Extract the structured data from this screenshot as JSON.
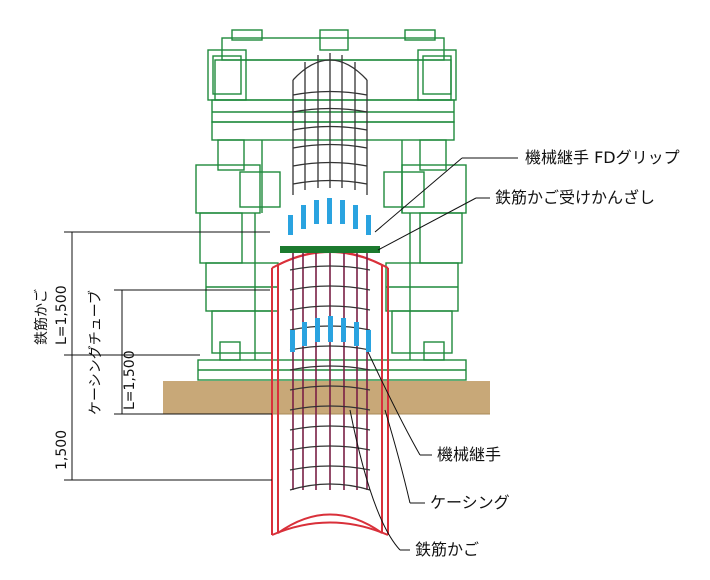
{
  "labels": {
    "fd_grip": "機械継手 FDグリップ",
    "cage_support": "鉄筋かご受けかんざし",
    "mech_joint": "機械継手",
    "casing": "ケーシング",
    "rebar_cage": "鉄筋かご"
  },
  "dimensions": {
    "cage_name": "鉄筋かご",
    "cage_length": "L=1,500",
    "tube_name": "ケーシングチューブ",
    "tube_length": "L=1,500",
    "depth": "1,500"
  },
  "colors": {
    "machine": "#1f8a3c",
    "casing": "#d9303a",
    "cage_main": "#7a1f45",
    "cage_upper": "#333333",
    "joint": "#2aa3e0",
    "ground": "#c8a878",
    "support": "#1c7a2e"
  }
}
